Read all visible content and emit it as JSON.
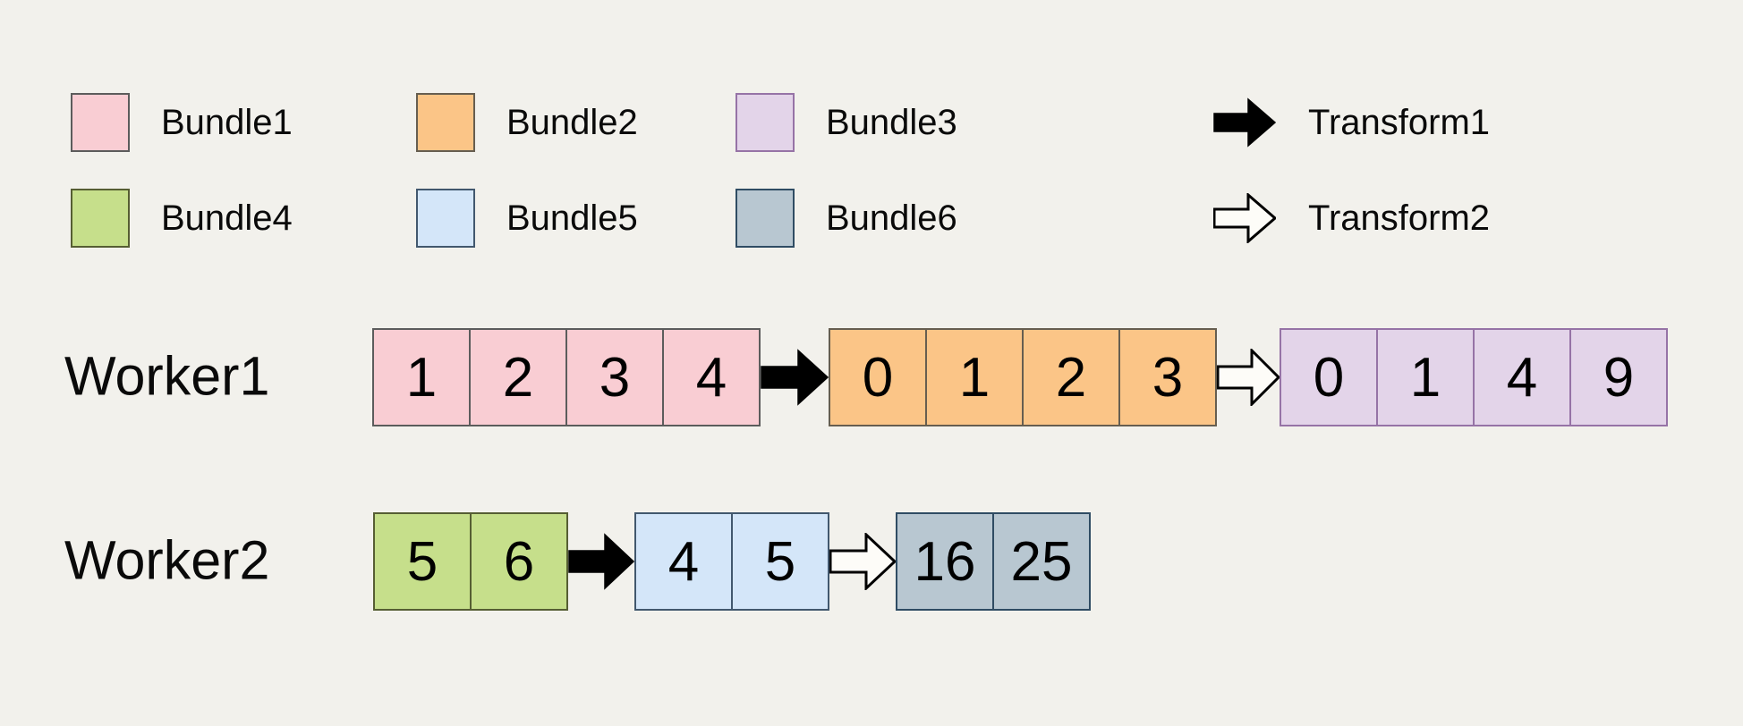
{
  "canvas": {
    "background": "#f2f1ec",
    "text_color": "#0a0a0a"
  },
  "legend": {
    "bundles": [
      {
        "id": "bundle1",
        "label": "Bundle1",
        "fill": "#f9cdd3",
        "border": "#5c5c5c"
      },
      {
        "id": "bundle2",
        "label": "Bundle2",
        "fill": "#fbc587",
        "border": "#665e50"
      },
      {
        "id": "bundle3",
        "label": "Bundle3",
        "fill": "#e3d4e9",
        "border": "#9673a6"
      },
      {
        "id": "bundle4",
        "label": "Bundle4",
        "fill": "#c6df8b",
        "border": "#565e33"
      },
      {
        "id": "bundle5",
        "label": "Bundle5",
        "fill": "#d4e6f9",
        "border": "#42586e"
      },
      {
        "id": "bundle6",
        "label": "Bundle6",
        "fill": "#b8c7d1",
        "border": "#2f4c63"
      }
    ],
    "transforms": [
      {
        "id": "transform1",
        "label": "Transform1",
        "style": "filled",
        "fill": "#000000",
        "stroke": "#000000"
      },
      {
        "id": "transform2",
        "label": "Transform2",
        "style": "outline",
        "fill": "#fdfcf8",
        "stroke": "#000000"
      }
    ]
  },
  "workers": [
    {
      "label": "Worker1",
      "sequence": [
        {
          "kind": "bundle",
          "bundle": "bundle1",
          "values": [
            "1",
            "2",
            "3",
            "4"
          ]
        },
        {
          "kind": "transform",
          "transform": "transform1"
        },
        {
          "kind": "bundle",
          "bundle": "bundle2",
          "values": [
            "0",
            "1",
            "2",
            "3"
          ]
        },
        {
          "kind": "transform",
          "transform": "transform2"
        },
        {
          "kind": "bundle",
          "bundle": "bundle3",
          "values": [
            "0",
            "1",
            "4",
            "9"
          ]
        }
      ]
    },
    {
      "label": "Worker2",
      "sequence": [
        {
          "kind": "bundle",
          "bundle": "bundle4",
          "values": [
            "5",
            "6"
          ]
        },
        {
          "kind": "transform",
          "transform": "transform1"
        },
        {
          "kind": "bundle",
          "bundle": "bundle5",
          "values": [
            "4",
            "5"
          ]
        },
        {
          "kind": "transform",
          "transform": "transform2"
        },
        {
          "kind": "bundle",
          "bundle": "bundle6",
          "values": [
            "16",
            "25"
          ]
        }
      ]
    }
  ]
}
